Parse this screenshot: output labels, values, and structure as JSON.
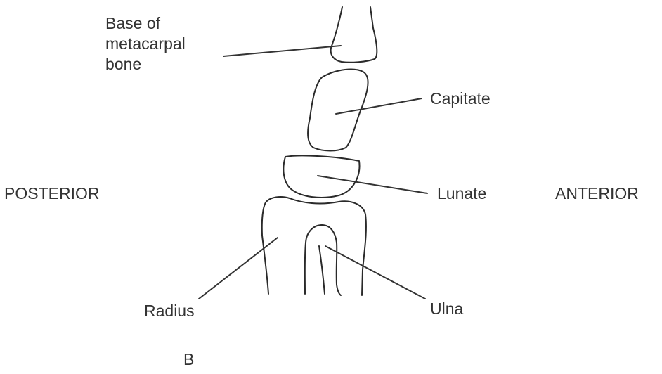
{
  "labels": {
    "base_of_metacarpal": [
      "Base of",
      "metacarpal",
      "bone"
    ],
    "capitate": "Capitate",
    "lunate": "Lunate",
    "radius": "Radius",
    "ulna": "Ulna",
    "posterior": "POSTERIOR",
    "anterior": "ANTERIOR",
    "figure_letter": "B"
  },
  "colors": {
    "line": "#2a2a2a",
    "text": "#333333",
    "background": "#ffffff"
  }
}
